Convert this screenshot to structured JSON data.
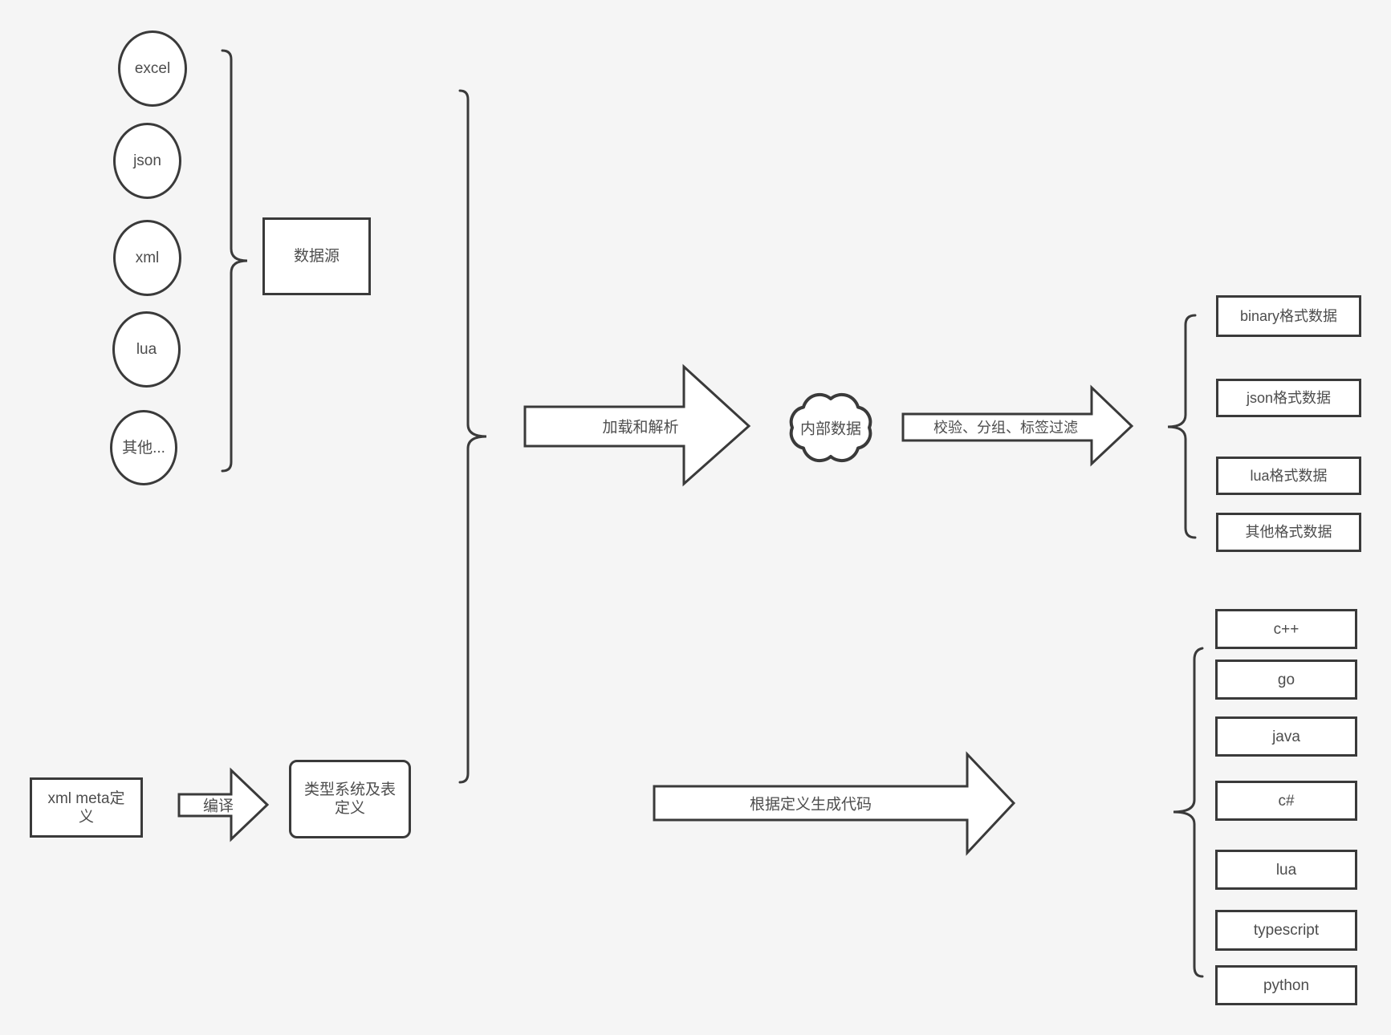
{
  "diagram": {
    "sources": {
      "nodes": [
        "excel",
        "json",
        "xml",
        "lua",
        "其他..."
      ],
      "group_label": "数据源"
    },
    "flow": {
      "load_parse_label": "加载和解析",
      "internal_data_label": "内部数据",
      "filter_label": "校验、分组、标签过滤",
      "formats": [
        "binary格式数据",
        "json格式数据",
        "lua格式数据",
        "其他格式数据"
      ]
    },
    "definition": {
      "xml_meta_label": "xml meta定\n义",
      "compile_label": "编译",
      "type_system_label": "类型系统及表\n定义",
      "codegen_label": "根据定义生成代码",
      "languages": [
        "c++",
        "go",
        "java",
        "c#",
        "lua",
        "typescript",
        "python"
      ]
    }
  },
  "colors": {
    "background": "#f5f5f5",
    "shape_fill": "#ffffff",
    "stroke": "#3a3a3a",
    "text": "#4d4d4d"
  }
}
